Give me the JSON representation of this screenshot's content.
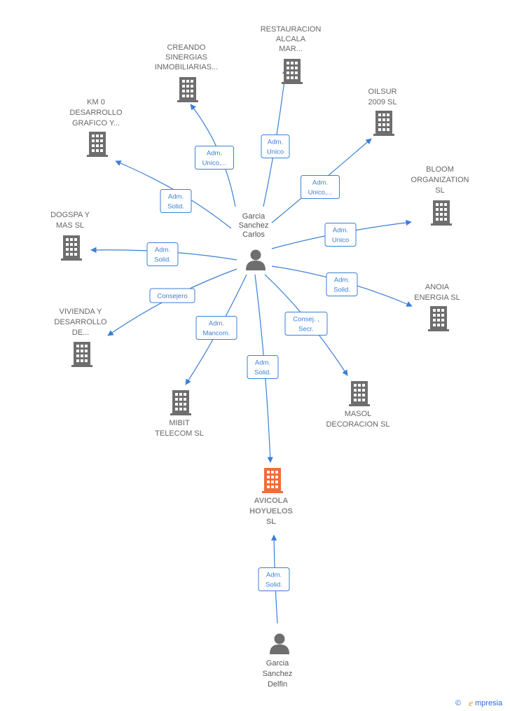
{
  "colors": {
    "edge": "#3a7fd5",
    "company": "#6e6e6e",
    "focus_company": "#f26b3a",
    "person": "#6e6e6e"
  },
  "people": [
    {
      "id": "p1",
      "lines": [
        "Garcia",
        "Sanchez",
        "Carlos"
      ],
      "icon": "person-icon"
    },
    {
      "id": "p2",
      "lines": [
        "Garcia",
        "Sanchez",
        "Delfin"
      ],
      "icon": "person-icon"
    }
  ],
  "companies": [
    {
      "id": "c_rest",
      "lines": [
        "RESTAURACION",
        "ALCALA",
        "MAR..."
      ],
      "icon": "building-icon"
    },
    {
      "id": "c_crea",
      "lines": [
        "CREANDO",
        "SINERGIAS",
        "INMOBILIARIAS..."
      ],
      "icon": "building-icon"
    },
    {
      "id": "c_km0",
      "lines": [
        "KM 0",
        "DESARROLLO",
        "GRAFICO Y..."
      ],
      "icon": "building-icon"
    },
    {
      "id": "c_oil",
      "lines": [
        "OILSUR",
        "2009 SL"
      ],
      "icon": "building-icon"
    },
    {
      "id": "c_bloom",
      "lines": [
        "BLOOM",
        "ORGANIZATION",
        "SL"
      ],
      "icon": "building-icon"
    },
    {
      "id": "c_dog",
      "lines": [
        "DOGSPA Y",
        "MAS  SL"
      ],
      "icon": "building-icon"
    },
    {
      "id": "c_anoia",
      "lines": [
        "ANOIA",
        "ENERGIA  SL"
      ],
      "icon": "building-icon"
    },
    {
      "id": "c_viv",
      "lines": [
        "VIVIENDA Y",
        "DESARROLLO",
        "DE..."
      ],
      "icon": "building-icon"
    },
    {
      "id": "c_mibit",
      "lines": [
        "MIBIT",
        "TELECOM  SL"
      ],
      "icon": "building-icon"
    },
    {
      "id": "c_masol",
      "lines": [
        "MASOL",
        "DECORACION SL"
      ],
      "icon": "building-icon"
    },
    {
      "id": "c_avicola",
      "lines": [
        "AVICOLA",
        "HOYUELOS",
        "SL"
      ],
      "icon": "building-icon",
      "focus": true
    }
  ],
  "relations": [
    {
      "from": "p1",
      "to": "c_rest",
      "role": [
        "Adm.",
        "Unico"
      ]
    },
    {
      "from": "p1",
      "to": "c_crea",
      "role": [
        "Adm.",
        "Unico,..."
      ]
    },
    {
      "from": "p1",
      "to": "c_km0",
      "role": [
        "Adm.",
        "Solid."
      ]
    },
    {
      "from": "p1",
      "to": "c_oil",
      "role": [
        "Adm.",
        "Unico,..."
      ]
    },
    {
      "from": "p1",
      "to": "c_bloom",
      "role": [
        "Adm.",
        "Unico"
      ]
    },
    {
      "from": "p1",
      "to": "c_dog",
      "role": [
        "Adm.",
        "Solid."
      ]
    },
    {
      "from": "p1",
      "to": "c_anoia",
      "role": [
        "Adm.",
        "Solid."
      ]
    },
    {
      "from": "p1",
      "to": "c_viv",
      "role": [
        "Consejero"
      ]
    },
    {
      "from": "p1",
      "to": "c_mibit",
      "role": [
        "Adm.",
        "Mancom."
      ]
    },
    {
      "from": "p1",
      "to": "c_masol",
      "role": [
        "Consej. ,",
        "Secr."
      ]
    },
    {
      "from": "p1",
      "to": "c_avicola",
      "role": [
        "Adm.",
        "Solid."
      ]
    },
    {
      "from": "p2",
      "to": "c_avicola",
      "role": [
        "Adm.",
        "Solid."
      ]
    }
  ],
  "footer": {
    "copyright": "©",
    "brand_initial": "e",
    "brand_rest": "mpresia"
  }
}
